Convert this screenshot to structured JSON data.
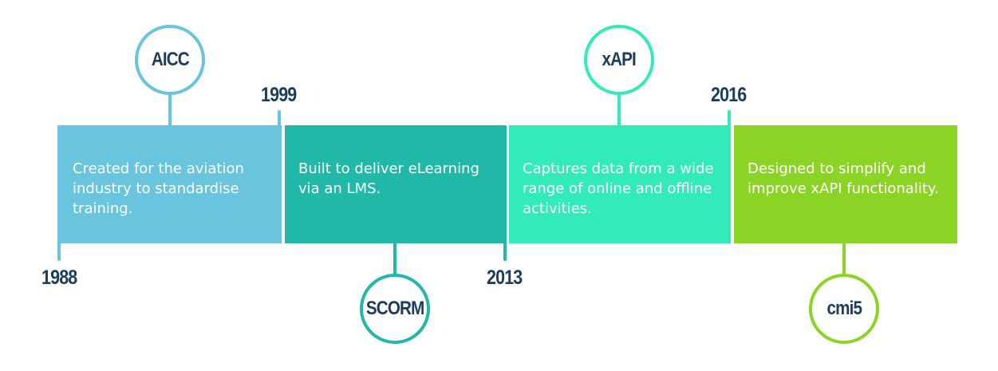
{
  "colors": {
    "aicc": "#68c5dd",
    "scorm": "#22b8a7",
    "xapi": "#33ebb9",
    "cmi5": "#8bd426",
    "text_dark": "#1b3c5a"
  },
  "years": {
    "y1988": "1988",
    "y1999": "1999",
    "y2013": "2013",
    "y2016": "2016"
  },
  "standards": [
    {
      "name": "AICC",
      "description": "Created for the aviation industry to standardise training."
    },
    {
      "name": "SCORM",
      "description": "Built to deliver eLearning via an LMS."
    },
    {
      "name": "xAPI",
      "description": "Captures data from a wide range of online and offline activities."
    },
    {
      "name": "cmi5",
      "description": "Designed to simplify and improve xAPI functionality."
    }
  ]
}
